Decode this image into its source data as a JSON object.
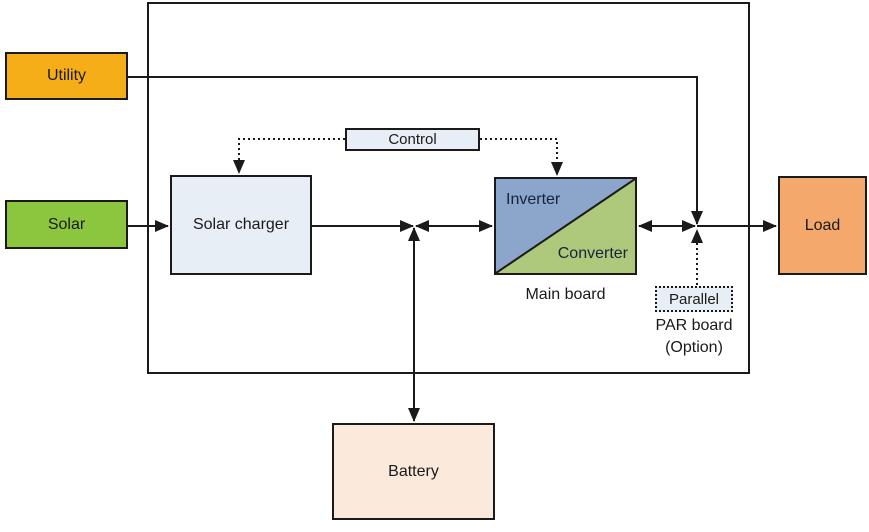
{
  "diagram": {
    "type": "block-diagram",
    "subject": "Hybrid solar inverter system block diagram",
    "nodes": {
      "utility": {
        "label": "Utility",
        "fill": "#F5AE17"
      },
      "solar": {
        "label": "Solar",
        "fill": "#8CC63E"
      },
      "solar_charger": {
        "label": "Solar charger",
        "fill": "#E8EEF5"
      },
      "control": {
        "label": "Control",
        "fill": "#E8EEF5"
      },
      "main_board": {
        "label_top": "Inverter",
        "label_bottom": "Converter",
        "caption": "Main board",
        "fill_top": "#8CA5CB",
        "fill_bottom": "#AEC97C"
      },
      "parallel": {
        "label": "Parallel",
        "caption_line1": "PAR board",
        "caption_line2": "(Option)",
        "fill": "#E8EEF5"
      },
      "load": {
        "label": "Load",
        "fill": "#F4A86B"
      },
      "battery": {
        "label": "Battery",
        "fill": "#FBEADC"
      }
    },
    "connections": [
      {
        "from": "utility",
        "to": "load-junction",
        "style": "solid",
        "arrows": "end"
      },
      {
        "from": "solar",
        "to": "solar_charger",
        "style": "solid",
        "arrows": "end"
      },
      {
        "from": "solar_charger",
        "to": "battery-junction",
        "style": "solid",
        "arrows": "end"
      },
      {
        "from": "battery-junction",
        "to": "main_board",
        "style": "solid",
        "arrows": "both"
      },
      {
        "from": "battery-junction",
        "to": "battery",
        "style": "solid",
        "arrows": "both"
      },
      {
        "from": "main_board",
        "to": "load-junction",
        "style": "solid",
        "arrows": "both"
      },
      {
        "from": "load-junction",
        "to": "load",
        "style": "solid",
        "arrows": "end"
      },
      {
        "from": "parallel",
        "to": "load-junction",
        "style": "dotted",
        "arrows": "end"
      },
      {
        "from": "control",
        "to": "solar_charger",
        "style": "dotted",
        "arrows": "end"
      },
      {
        "from": "control",
        "to": "main_board",
        "style": "dotted",
        "arrows": "end"
      }
    ],
    "colors": {
      "line": "#1a1a1a",
      "border": "#1a1a1a",
      "background": "#ffffff"
    }
  }
}
